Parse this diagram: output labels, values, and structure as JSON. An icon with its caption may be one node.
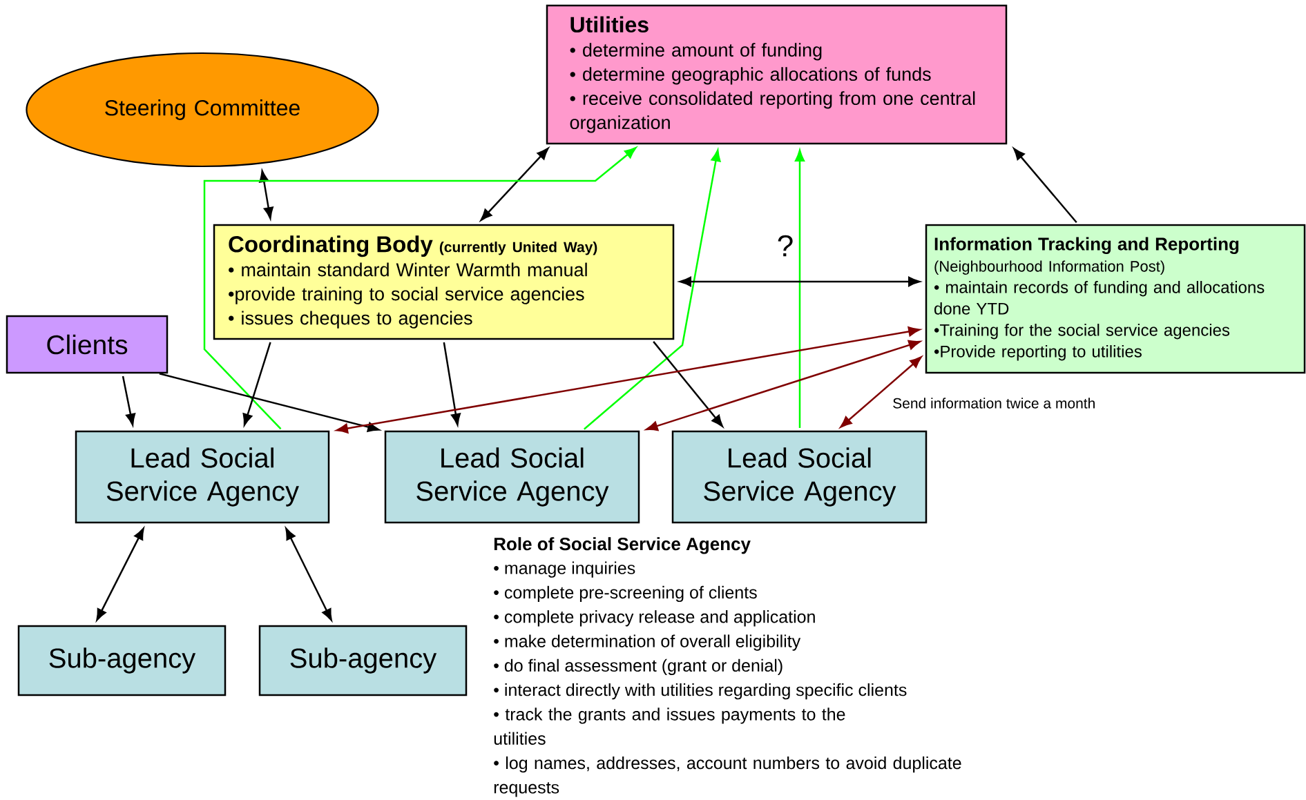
{
  "diagram": {
    "nodes": [
      {
        "text": [
          "Utilities",
          "• determine amount of funding",
          "• determine geographic allocations of funds",
          "• receive consolidated reporting from one central organization"
        ]
      },
      {
        "text": [
          "Steering Committee"
        ]
      },
      {
        "text": [
          "Coordinating Body",
          "(currently United Way)",
          "• maintain standard Winter Warmth manual",
          "•provide training to social service agencies",
          "• issues cheques to agencies"
        ]
      },
      {
        "text": [
          "Clients"
        ]
      },
      {
        "text": [
          "Information Tracking and Reporting",
          "(Neighbourhood Information Post)",
          "• maintain records of funding and allocations done YTD",
          "•Training for the social service agencies",
          "•Provide reporting to utilities"
        ]
      },
      {
        "text": [
          "Lead Social Service Agency"
        ]
      },
      {
        "text": [
          "Lead Social Service Agency"
        ]
      },
      {
        "text": [
          "Lead Social Service Agency"
        ]
      },
      {
        "text": [
          "Sub-agency"
        ]
      },
      {
        "text": [
          "Sub-agency"
        ]
      }
    ],
    "edges": [
      {
        "from": 1,
        "to": 2,
        "arrow": "both"
      },
      {
        "from": 2,
        "to": 0,
        "arrow": "both"
      },
      {
        "from": 5,
        "to": 0,
        "arrow": "to",
        "color": "#00ff00"
      },
      {
        "from": 6,
        "to": 0,
        "arrow": "to",
        "color": "#00ff00"
      },
      {
        "from": 7,
        "to": 0,
        "arrow": "to",
        "color": "#00ff00"
      },
      {
        "from": 2,
        "to": 4,
        "arrow": "both"
      },
      {
        "from": 4,
        "to": 0,
        "arrow": "to"
      },
      {
        "from": 3,
        "to": 5,
        "arrow": "to"
      },
      {
        "from": 3,
        "to": 6,
        "arrow": "to"
      },
      {
        "from": 2,
        "to": 5,
        "arrow": "to"
      },
      {
        "from": 2,
        "to": 6,
        "arrow": "to"
      },
      {
        "from": 2,
        "to": 7,
        "arrow": "to"
      },
      {
        "from": 4,
        "to": 5,
        "arrow": "both",
        "color": "#800000"
      },
      {
        "from": 4,
        "to": 6,
        "arrow": "both",
        "color": "#800000"
      },
      {
        "from": 4,
        "to": 7,
        "arrow": "both",
        "color": "#800000"
      },
      {
        "from": 5,
        "to": 8,
        "arrow": "both"
      },
      {
        "from": 5,
        "to": 9,
        "arrow": "both"
      }
    ],
    "labels": [
      "?",
      "Send information twice a month",
      "Role of Social Service Agency",
      "• manage inquiries",
      "• complete pre-screening of clients",
      "• complete privacy release and application",
      "• make determination of overall eligibility",
      "• do final assessment (grant or denial)",
      "• interact directly with utilities regarding specific clients",
      "• track the grants and issues payments to the utilities",
      "• log names, addresses, account numbers to avoid duplicate requests"
    ]
  }
}
